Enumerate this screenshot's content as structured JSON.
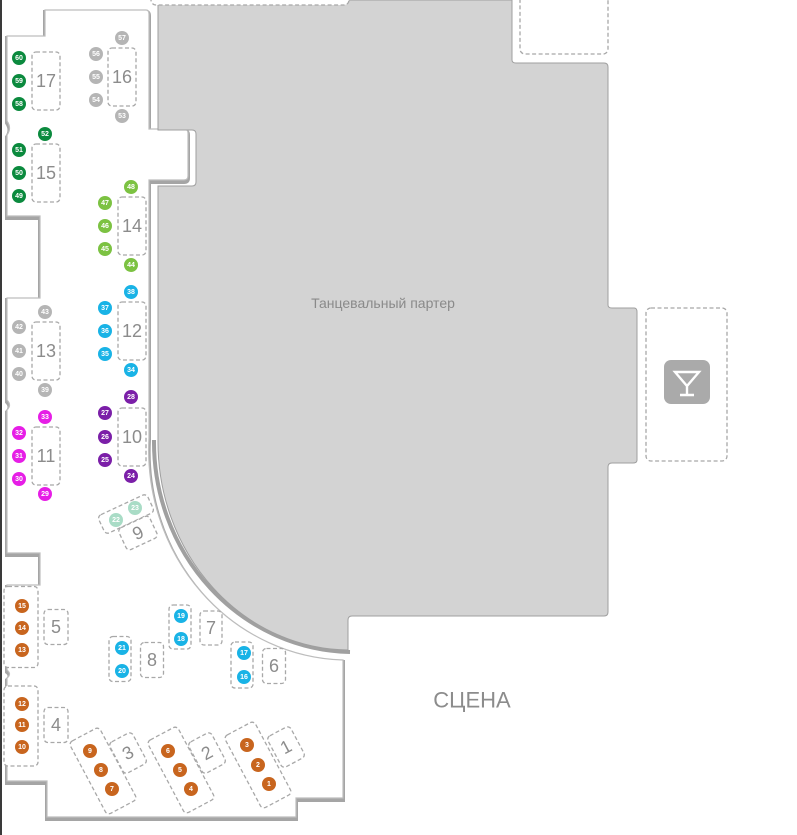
{
  "floor": {
    "dance_floor_label": "Танцевальный партер",
    "stage_label": "СЦЕНА",
    "bar_icon": "cocktail-icon"
  },
  "colors": {
    "dance_floor": "#d3d3d3",
    "dark_green": "#0b8a3e",
    "light_green": "#7cc242",
    "gray": "#b5b5b5",
    "cyan": "#19b3e6",
    "magenta": "#e61ee6",
    "purple": "#7b1fa8",
    "pale_green": "#a9dcc6",
    "orange": "#c8651e",
    "bar": "#aaaaaa"
  },
  "tables": [
    {
      "label": "17",
      "color": "dark_green",
      "seats": [
        "60",
        "59",
        "58"
      ]
    },
    {
      "label": "16",
      "color": "gray",
      "seats": [
        "57",
        "56",
        "55",
        "54",
        "53"
      ]
    },
    {
      "label": "15",
      "color": "dark_green",
      "seats": [
        "52",
        "51",
        "50",
        "49"
      ]
    },
    {
      "label": "14",
      "color": "light_green",
      "seats": [
        "48",
        "47",
        "46",
        "45",
        "44"
      ]
    },
    {
      "label": "13",
      "color": "gray",
      "seats": [
        "43",
        "42",
        "41",
        "40",
        "39"
      ]
    },
    {
      "label": "12",
      "color": "cyan",
      "seats": [
        "38",
        "37",
        "36",
        "35",
        "34"
      ]
    },
    {
      "label": "11",
      "color": "magenta",
      "seats": [
        "33",
        "32",
        "31",
        "30",
        "29"
      ]
    },
    {
      "label": "10",
      "color": "purple",
      "seats": [
        "28",
        "27",
        "26",
        "25",
        "24"
      ]
    },
    {
      "label": "9",
      "color": "pale_green",
      "seats": [
        "23",
        "22"
      ]
    },
    {
      "label": "8",
      "color": "cyan",
      "seats": [
        "21",
        "20"
      ]
    },
    {
      "label": "7",
      "color": "cyan",
      "seats": [
        "19",
        "18"
      ]
    },
    {
      "label": "6",
      "color": "cyan",
      "seats": [
        "17",
        "16"
      ]
    },
    {
      "label": "5",
      "color": "orange",
      "seats": [
        "15",
        "14",
        "13"
      ]
    },
    {
      "label": "4",
      "color": "orange",
      "seats": [
        "12",
        "11",
        "10"
      ]
    },
    {
      "label": "3",
      "color": "orange",
      "seats": [
        "9",
        "8",
        "7"
      ]
    },
    {
      "label": "2",
      "color": "orange",
      "seats": [
        "6",
        "5",
        "4"
      ]
    },
    {
      "label": "1",
      "color": "orange",
      "seats": [
        "3",
        "2",
        "1"
      ]
    }
  ]
}
